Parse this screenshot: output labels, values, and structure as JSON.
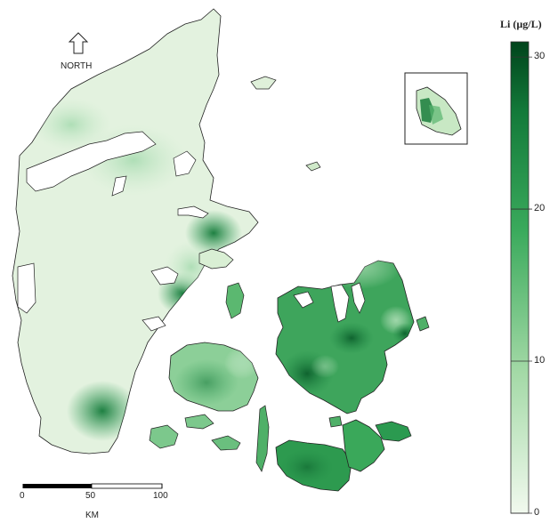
{
  "map": {
    "north_label": "NORTH",
    "scale": {
      "ticks": [
        "0",
        "50",
        "100"
      ],
      "unit": "KM"
    }
  },
  "legend": {
    "title": "Li (µg/L)",
    "min": 0,
    "max": 31,
    "ticks": [
      "0",
      "10",
      "20",
      "30"
    ],
    "color_low": "#f1f9ee",
    "color_high": "#00441b"
  },
  "colors": {
    "land_light": "#e3f2df",
    "land_mid": "#74c68b",
    "land_dark": "#1c8a45",
    "coast": "#222222"
  }
}
